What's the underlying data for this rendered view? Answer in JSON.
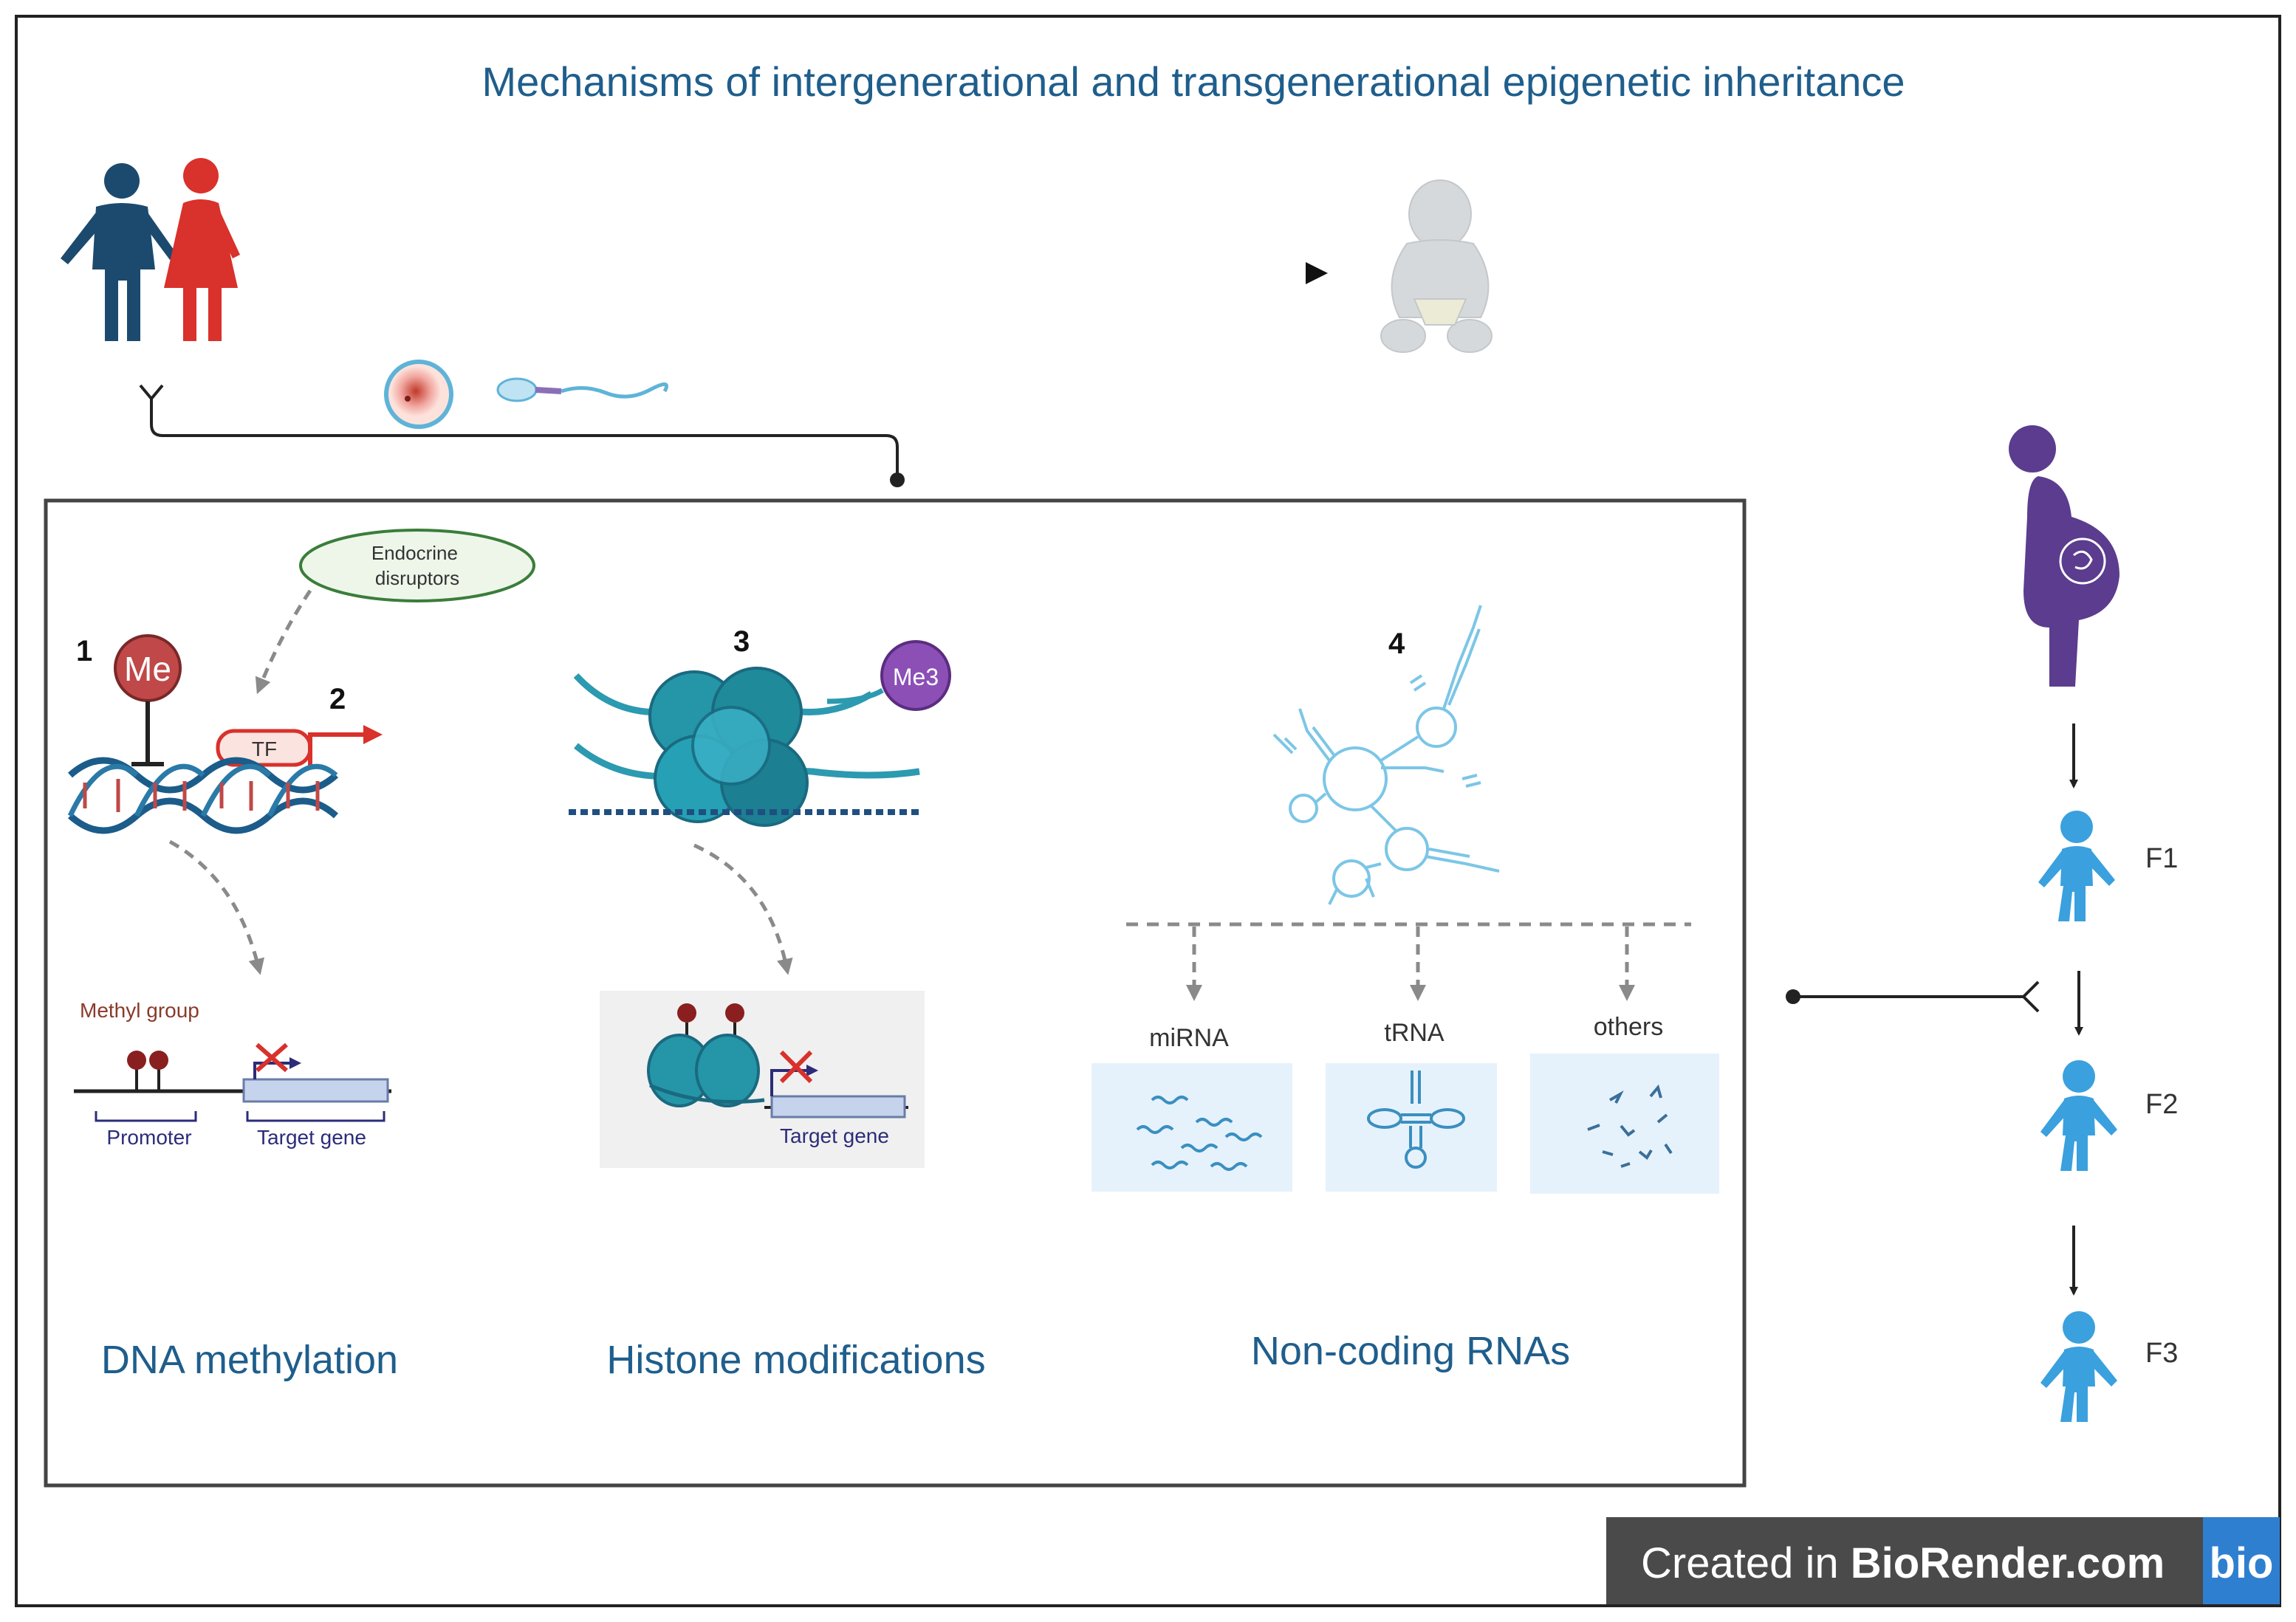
{
  "title": "Mechanisms of intergenerational and transgenerational epigenetic inheritance",
  "markers": {
    "methyl_badge": "Me",
    "trimethyl_badge": "Me3",
    "transcription_factor": "TF"
  },
  "endocrine": "Endocrine\ndisruptors",
  "numbers": [
    "1",
    "2",
    "3",
    "4"
  ],
  "labels": {
    "methyl_group": "Methyl group",
    "promoter": "Promoter",
    "target_gene_1": "Target gene",
    "target_gene_2": "Target gene"
  },
  "rna_types": [
    "miRNA",
    "tRNA",
    "others"
  ],
  "mechanisms": [
    "DNA methylation",
    "Histone modifications",
    "Non-coding RNAs"
  ],
  "generations": [
    "F1",
    "F2",
    "F3"
  ],
  "badge": {
    "prefix": "Created in ",
    "brand": "BioRender.com",
    "logo": "bio"
  },
  "colors": {
    "title": "#1f5e8c",
    "mechanism": "#1f5e8c",
    "father": "#1c4a6e",
    "mother": "#d9312b",
    "pregnant": "#5b3c8e",
    "child": "#3aa0de",
    "dna": "#1b5c8a",
    "nucleosome": "#1f8a9a",
    "me_badge": "#c04848",
    "me3_badge": "#8b4fb6",
    "rna": "#7cc6e6",
    "badge_bg": "#4a4a4a",
    "logo_bg": "#2f7fd0"
  }
}
